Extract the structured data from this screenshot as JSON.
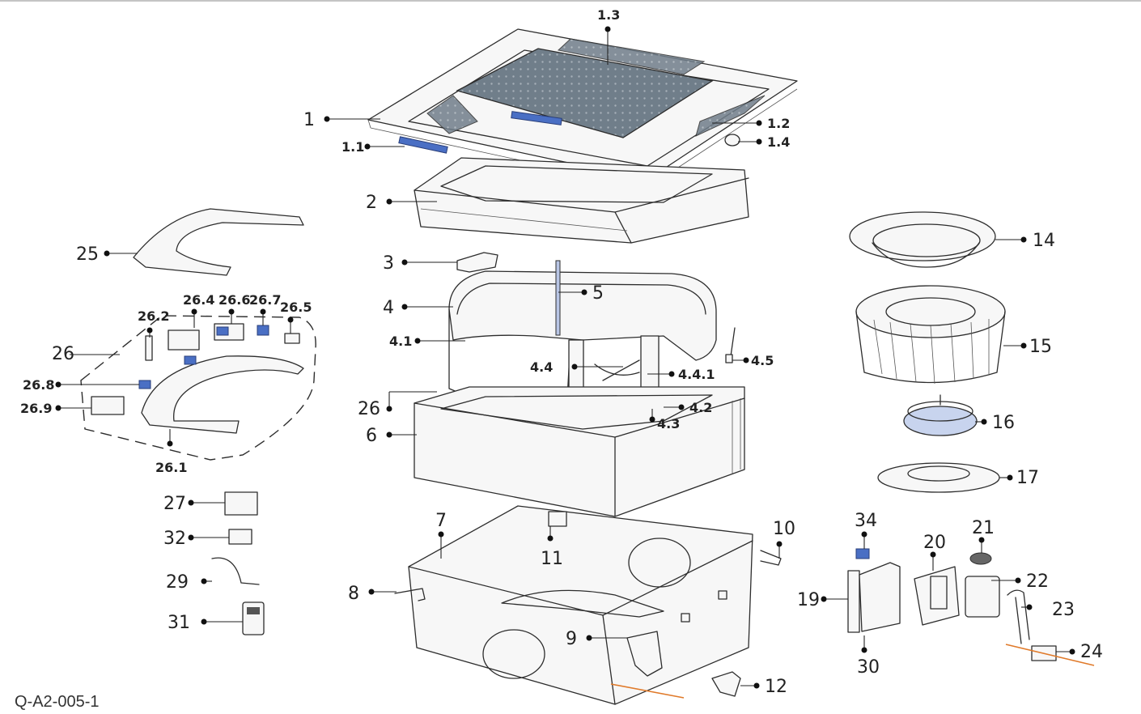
{
  "drawing_code": "Q-A2-005-1",
  "colors": {
    "line": "#2d2d2d",
    "accent_blue": "#4a6fc4",
    "orange_line": "#e07a2a",
    "grille": "#707e8a"
  },
  "labels": {
    "l1": "1",
    "l1_1": "1.1",
    "l1_2": "1.2",
    "l1_3": "1.3",
    "l1_4": "1.4",
    "l2": "2",
    "l3": "3",
    "l4": "4",
    "l4_1": "4.1",
    "l4_2": "4.2",
    "l4_3": "4.3",
    "l4_4": "4.4",
    "l4_4_1": "4.4.1",
    "l4_5": "4.5",
    "l5": "5",
    "l6": "6",
    "l7": "7",
    "l8": "8",
    "l9": "9",
    "l10": "10",
    "l11": "11",
    "l12": "12",
    "l14": "14",
    "l15": "15",
    "l16": "16",
    "l17": "17",
    "l19": "19",
    "l20": "20",
    "l21": "21",
    "l22": "22",
    "l23": "23",
    "l24": "24",
    "l25": "25",
    "l26a": "26",
    "l26b": "26",
    "l26_1": "26.1",
    "l26_2": "26.2",
    "l26_4": "26.4",
    "l26_5": "26.5",
    "l26_6": "26.6",
    "l26_7": "26.7",
    "l26_8": "26.8",
    "l26_9": "26.9",
    "l27": "27",
    "l29": "29",
    "l30": "30",
    "l31": "31",
    "l32": "32",
    "l34": "34"
  }
}
